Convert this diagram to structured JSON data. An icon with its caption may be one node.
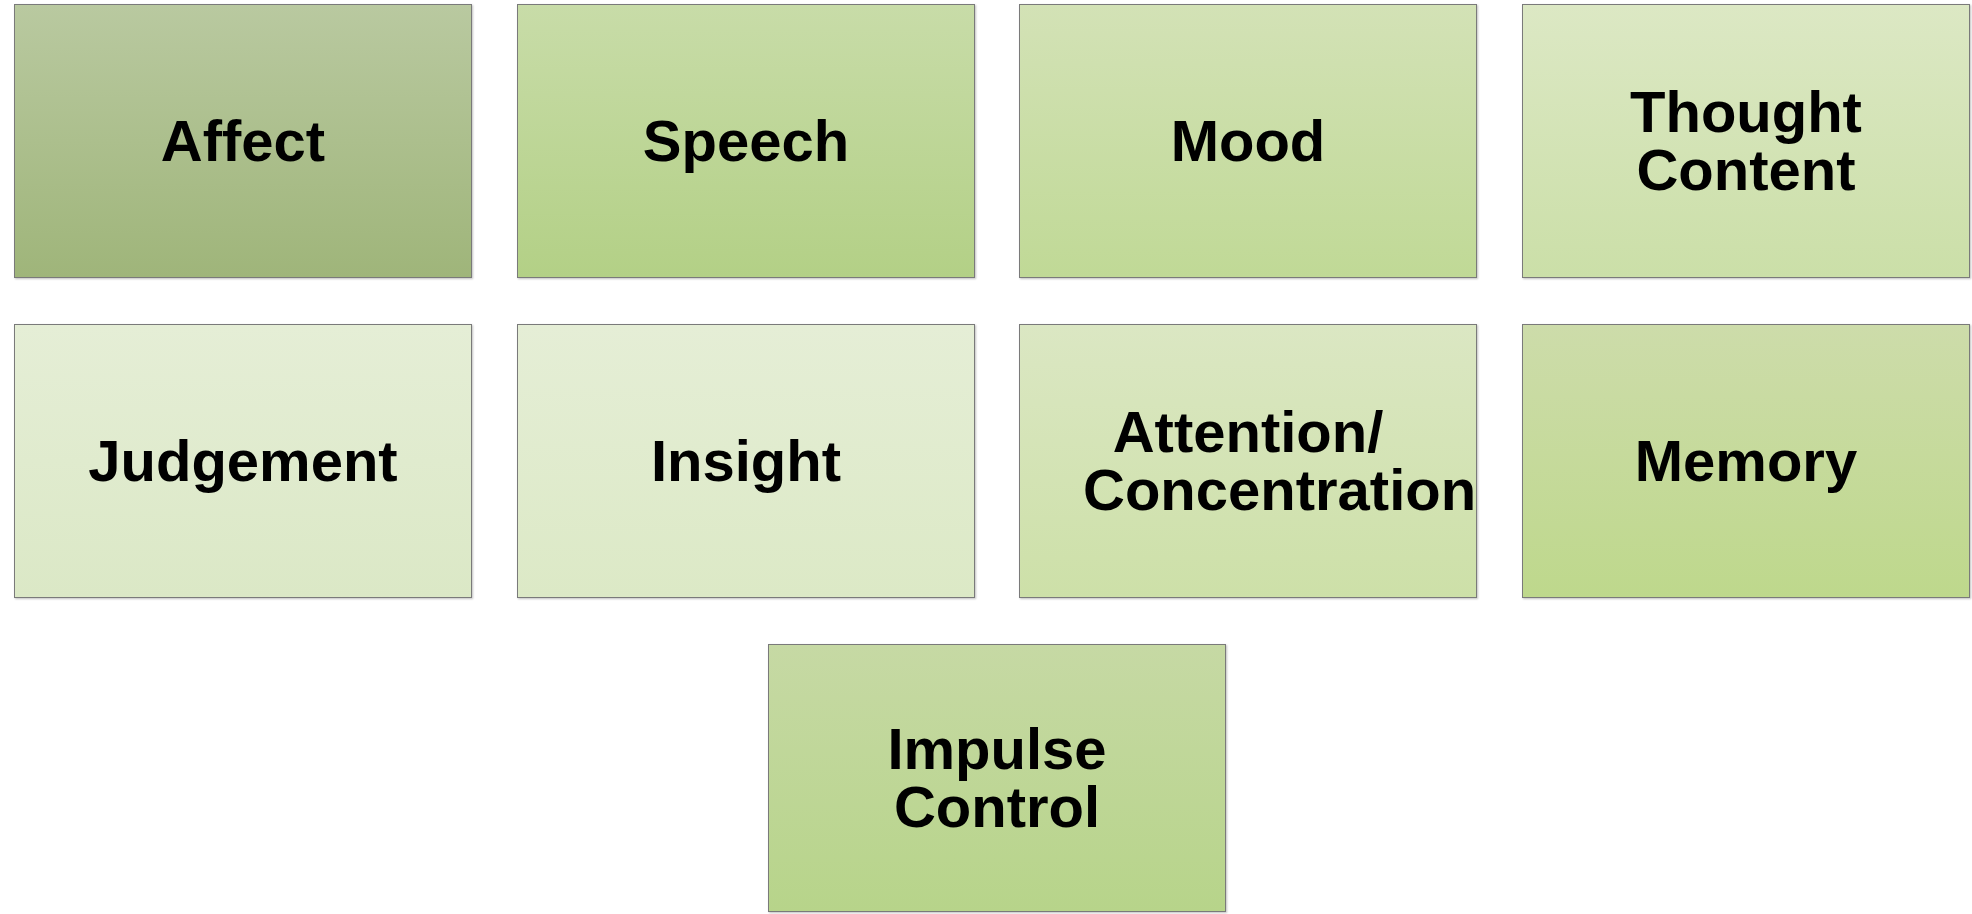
{
  "diagram": {
    "nodes": [
      {
        "text": [
          "Affect"
        ]
      },
      {
        "text": [
          "Speech"
        ]
      },
      {
        "text": [
          "Mood"
        ]
      },
      {
        "text": [
          "Thought Content"
        ]
      },
      {
        "text": [
          "Judgement"
        ]
      },
      {
        "text": [
          "Insight"
        ]
      },
      {
        "text": [
          "Attention/ Concentration"
        ]
      },
      {
        "text": [
          "Memory"
        ]
      },
      {
        "text": [
          "Impulse Control"
        ]
      }
    ]
  }
}
